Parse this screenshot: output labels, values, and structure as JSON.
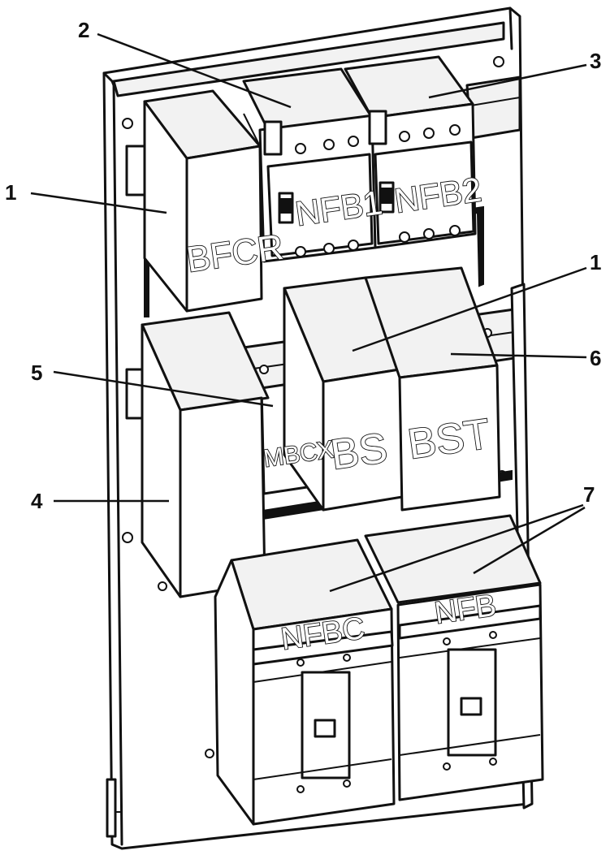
{
  "callouts": [
    {
      "id": "c1a",
      "text": "1"
    },
    {
      "id": "c2",
      "text": "2"
    },
    {
      "id": "c3",
      "text": "3"
    },
    {
      "id": "c1b",
      "text": "1"
    },
    {
      "id": "c5",
      "text": "5"
    },
    {
      "id": "c6",
      "text": "6"
    },
    {
      "id": "c4",
      "text": "4"
    },
    {
      "id": "c7",
      "text": "7"
    }
  ],
  "device_labels": {
    "bfcr": "BFCR",
    "nfb1": "NFB1",
    "nfb2": "NFB2",
    "mbcx": "MBCX",
    "bs": "BS",
    "bst": "BST",
    "nfbc": "NFBC",
    "nfb": "NFB"
  }
}
